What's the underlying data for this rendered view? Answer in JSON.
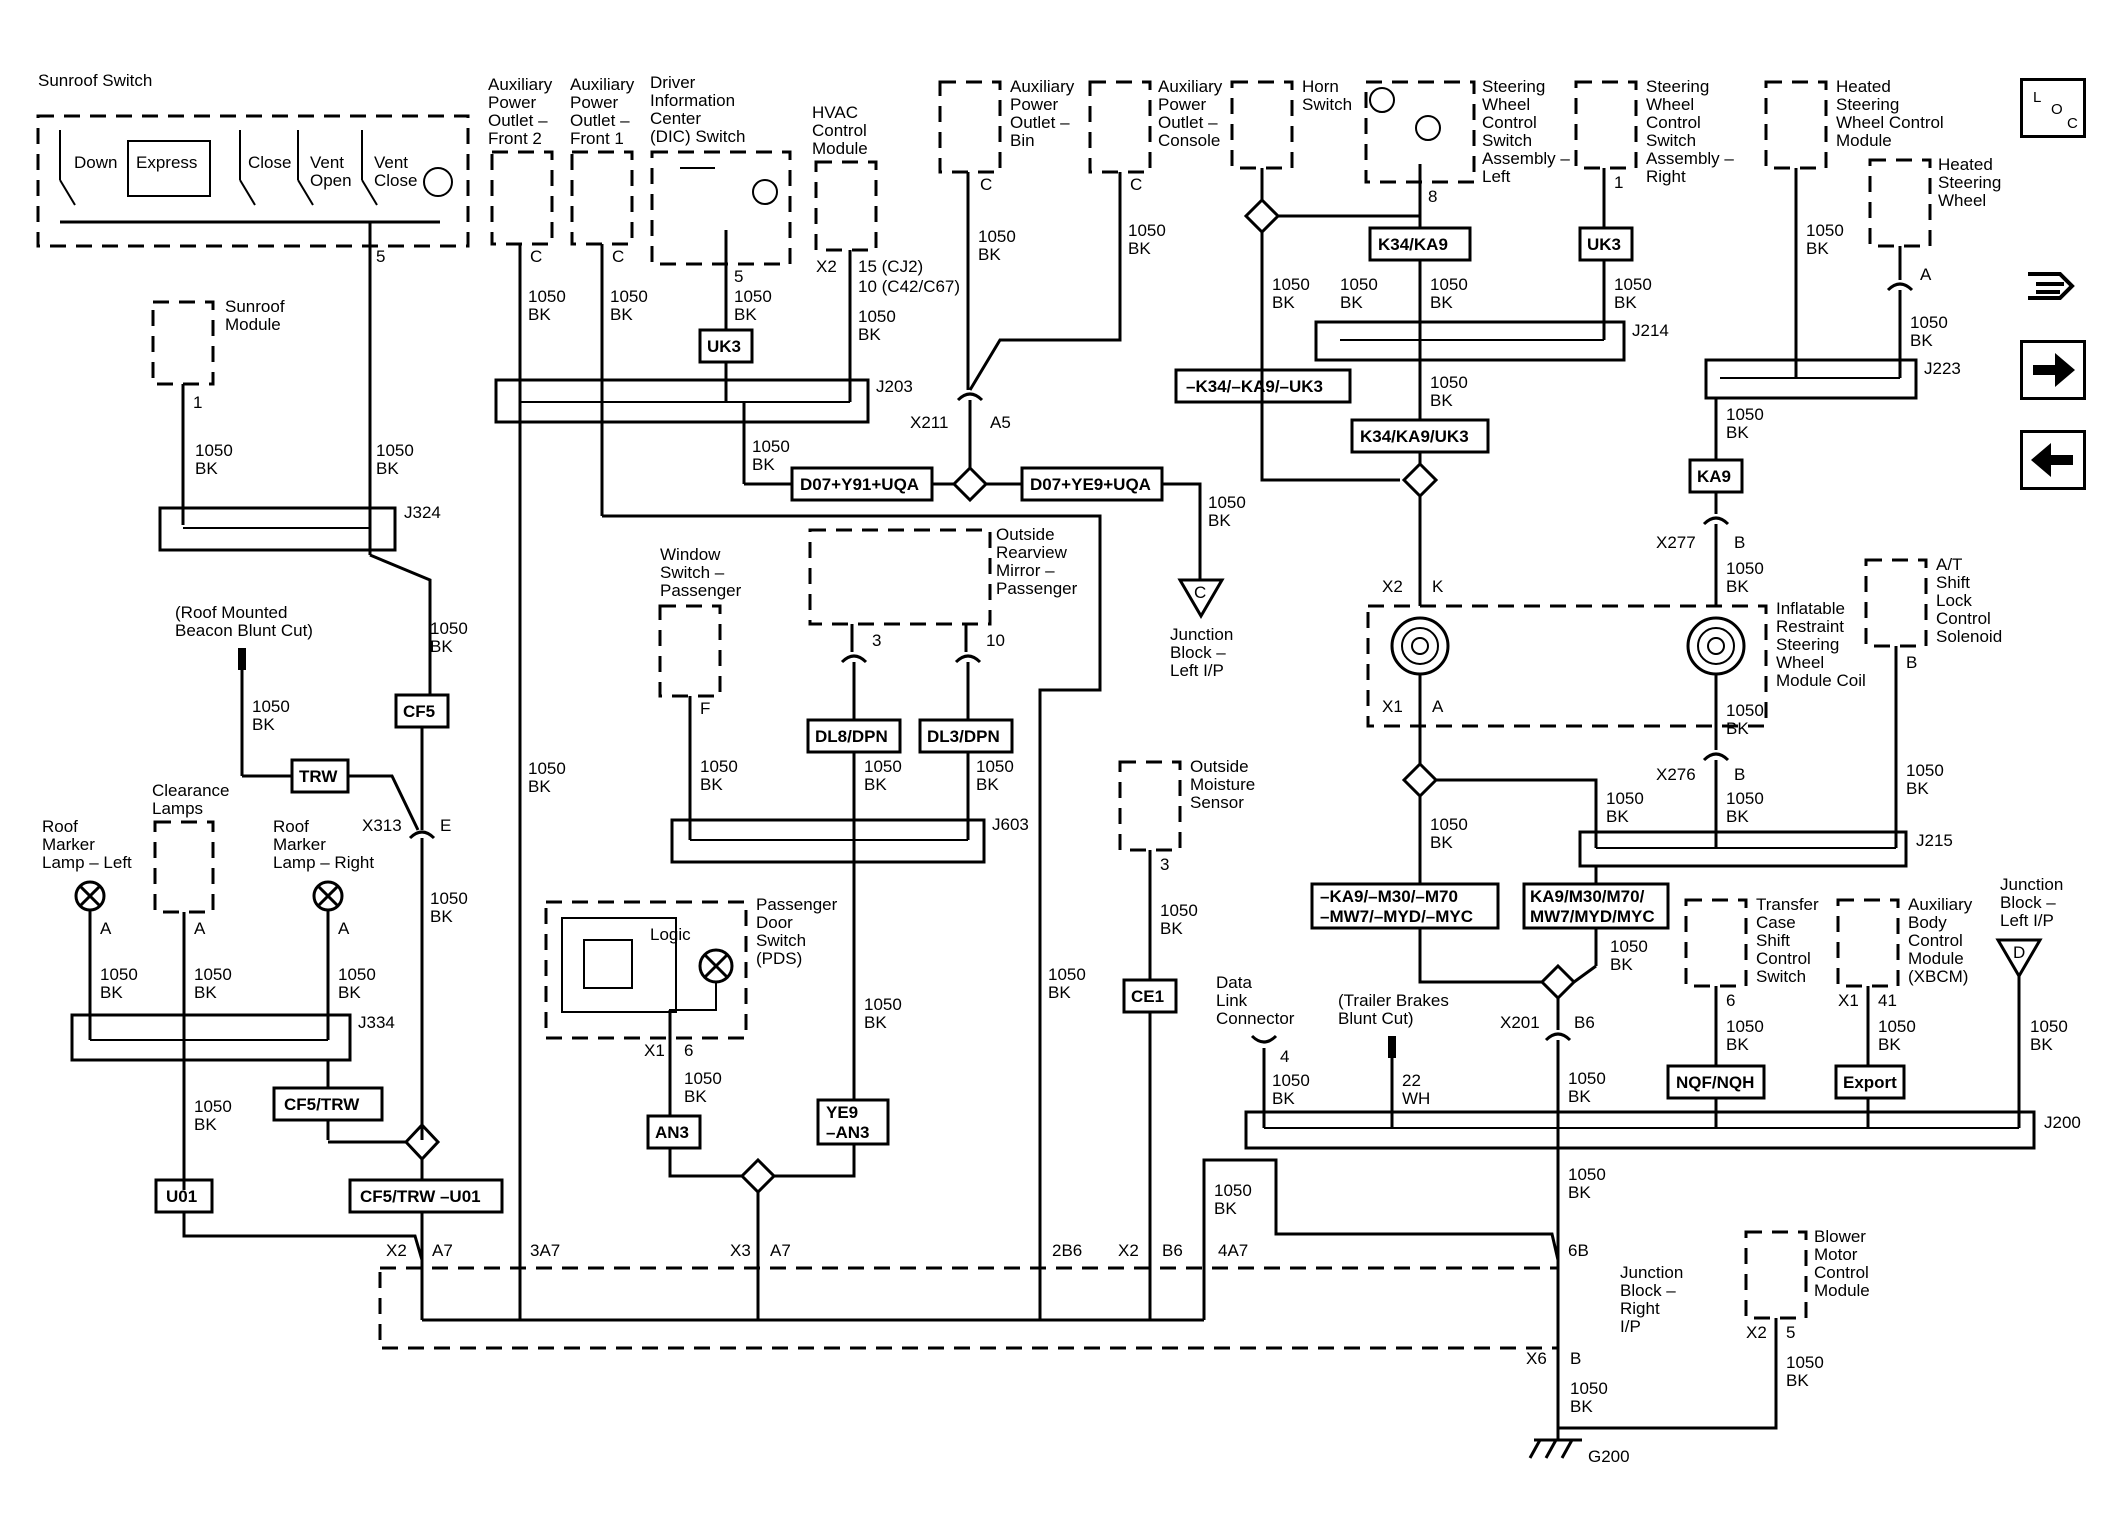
{
  "title": "Ground Distribution Schematic",
  "nav": {
    "loc_label": "L O C",
    "loc_icon": "location-icon",
    "next_icon": "arrow-right-icon",
    "prev_icon": "arrow-left-icon",
    "sym_icon": "connector-symbol-icon"
  },
  "wire": {
    "gauge": "1050",
    "color": "BK",
    "color_wh": "WH",
    "gauge_22": "22"
  },
  "components": {
    "sunroof_switch": "Sunroof Switch",
    "sunroof_down": "Down",
    "sunroof_express": "Express",
    "sunroof_close": "Close",
    "sunroof_vent_open": "Vent Open",
    "sunroof_vent_close": "Vent Close",
    "sunroof_module": "Sunroof Module",
    "aux_front2": "Auxiliary Power Outlet – Front 2",
    "aux_front1": "Auxiliary Power Outlet – Front 1",
    "dic_switch": "Driver Information Center (DIC) Switch",
    "hvac": "HVAC Control Module",
    "hvac_pins": "15 (CJ2) 10 (C42/C67)",
    "aux_bin": "Auxiliary Power Outlet – Bin",
    "aux_console": "Auxiliary Power Outlet – Console",
    "horn_switch": "Horn Switch",
    "sw_left": "Steering Wheel Control Switch Assembly – Left",
    "sw_right": "Steering Wheel Control Switch Assembly – Right",
    "heated_sw_module": "Heated Steering Wheel Control Module",
    "heated_sw": "Heated Steering Wheel",
    "roof_beacon": "(Roof Mounted Beacon Blunt Cut)",
    "window_switch": "Window Switch – Passenger",
    "mirror": "Outside Rearview Mirror – Passenger",
    "jb_left": "Junction Block – Left I/P",
    "inflatable": "Inflatable Restraint Steering Wheel Module Coil",
    "at_shift": "A/T Shift Lock Control Solenoid",
    "roof_marker_left": "Roof Marker Lamp – Left",
    "clearance": "Clearance Lamps",
    "roof_marker_right": "Roof Marker Lamp – Right",
    "moisture": "Outside Moisture Sensor",
    "door_switch": "Passenger Door Switch (PDS)",
    "logic": "Logic",
    "dlc": "Data Link Connector",
    "trailer": "(Trailer Brakes Blunt Cut)",
    "transfer": "Transfer Case Shift Control Switch",
    "xbcm": "Auxiliary Body Control Module (XBCM)",
    "jb_left2": "Junction Block – Left I/P",
    "jb_right": "Junction Block – Right I/P",
    "blower": "Blower Motor Control Module",
    "ground": "G200"
  },
  "options": {
    "uk3a": "UK3",
    "uk3b": "UK3",
    "k34ka9": "K34/KA9",
    "not_k34": "–K34/–KA9/–UK3",
    "k34ka9uk3": "K34/KA9/UK3",
    "ka9": "KA9",
    "d07y91": "D07+Y91+UQA",
    "d07ye9": "D07+YE9+UQA",
    "cf5a": "CF5",
    "trw": "TRW",
    "dl8": "DL8/DPN",
    "dl3": "DL3/DPN",
    "ce1": "CE1",
    "not_ka9": "–KA9/–M30/–M70 –MW7/–MYD/–MYC",
    "ka9m30": "KA9/M30/M70/ MW7/MYD/MYC",
    "cf5trw": "CF5/TRW",
    "cf5trwu01": "CF5/TRW –U01",
    "u01": "U01",
    "an3": "AN3",
    "ye9an3": "YE9 –AN3",
    "nqf": "NQF/NQH",
    "export": "Export"
  },
  "splices": {
    "j203": "J203",
    "j214": "J214",
    "j223": "J223",
    "j324": "J324",
    "j603": "J603",
    "j334": "J334",
    "j215": "J215",
    "j200": "J200"
  },
  "connectors": {
    "x211": "X211",
    "a5": "A5",
    "x313": "X313",
    "e": "E",
    "x277": "X277",
    "b": "B",
    "x2": "X2",
    "k": "K",
    "x1": "X1",
    "a": "A",
    "x276": "X276",
    "x201": "X201",
    "b6": "B6",
    "x3": "X3",
    "a7": "A7",
    "3a7": "3A7",
    "2b6": "2B6",
    "4a7": "4A7",
    "6b": "6B",
    "x6": "X6",
    "c": "C",
    "f": "F",
    "pin1": "1",
    "pin3": "3",
    "pin4": "4",
    "pin5": "5",
    "pin6": "6",
    "pin8": "8",
    "pin10": "10",
    "pin41": "41",
    "x2b": "X2",
    "x1b": "X1"
  }
}
